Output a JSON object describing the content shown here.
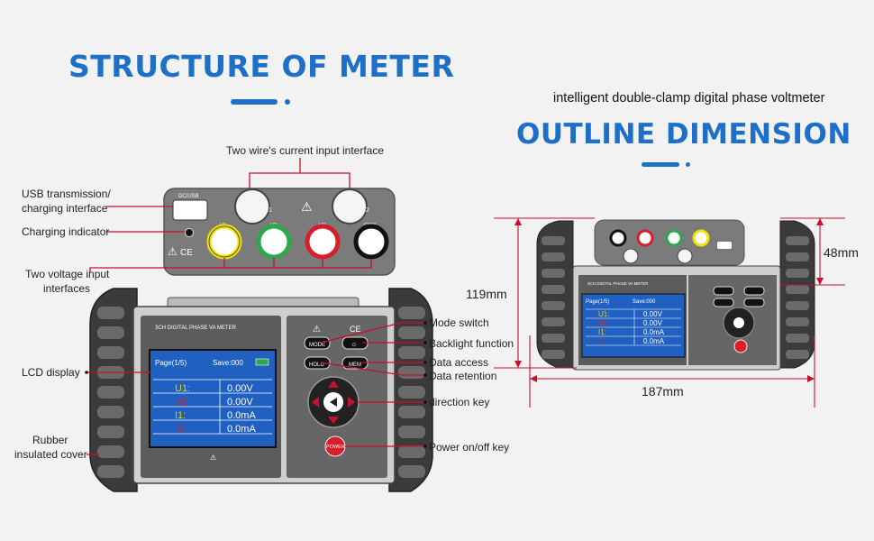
{
  "titles": {
    "structure": "STRUCTURE OF METER",
    "subtitle": "intelligent double-clamp digital phase voltmeter",
    "outline": "OUTLINE DIMENSION"
  },
  "labels": {
    "current_input": "Two wire's current input interface",
    "usb_line1": "USB transmission/",
    "usb_line2": "charging interface",
    "charging_indicator": "Charging indicator",
    "voltage_line1": "Two voltage input",
    "voltage_line2": "interfaces",
    "lcd_display": "LCD display",
    "rubber_line1": "Rubber",
    "rubber_line2": "insulated cover",
    "mode_switch": "Mode switch",
    "backlight": "Backlight function",
    "data_access": "Data access",
    "data_retention": "Data retention",
    "direction_key": "direction key",
    "power": "Power on/off key"
  },
  "dimensions": {
    "height": "119mm",
    "width": "187mm",
    "top": "48mm"
  },
  "panel": {
    "dc_usb": "DC/USB",
    "i1": "I1",
    "i2": "I2",
    "u1": "U1",
    "u2": "U2",
    "u3": "U3",
    "com": "COM",
    "ce": "CE"
  },
  "meter": {
    "name": "3CH DIGITAL PHASE VA METER",
    "page": "Page(1/5)",
    "save": "Save:000",
    "rows": [
      {
        "label": "U1:",
        "value": "0.00V",
        "color": "#e8d000"
      },
      {
        "label": "U2:",
        "value": "0.00V",
        "color": "#e02020"
      },
      {
        "label": "I1:",
        "value": "0.0mA",
        "color": "#e8d000"
      },
      {
        "label": "I2:",
        "value": "0.0mA",
        "color": "#e02020"
      }
    ],
    "mode": "MODE",
    "hold": "HOLD",
    "mem": "MEM",
    "power": "POWER"
  },
  "colors": {
    "accent": "#1e6fc8",
    "leader": "#c8102e",
    "jack_yellow": "#f2e200",
    "jack_green": "#2aa84a",
    "jack_red": "#d81e2a",
    "jack_black": "#111111"
  }
}
